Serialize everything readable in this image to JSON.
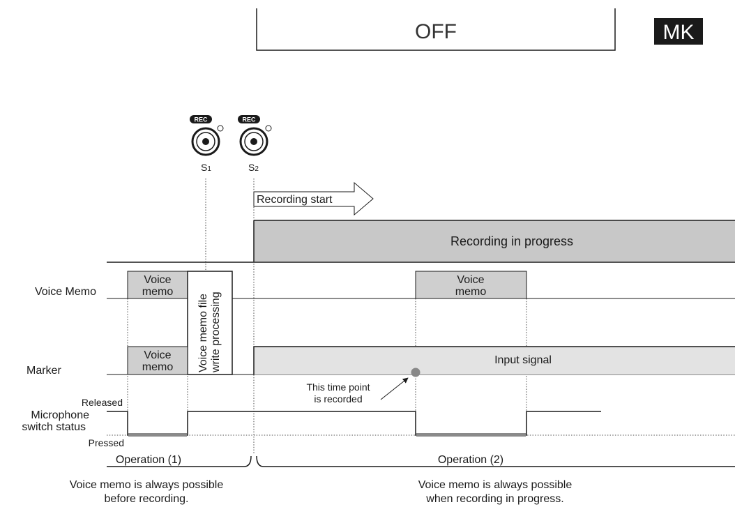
{
  "header": {
    "mode_value": "OFF",
    "mode_badge": "MK",
    "colors": {
      "badge_bg": "#1a1a1a",
      "badge_text": "#ffffff"
    }
  },
  "buttons": {
    "rec_label": "REC",
    "s1_label_main": "S",
    "s1_label_sub": "1",
    "s2_label_main": "S",
    "s2_label_sub": "2"
  },
  "timeline": {
    "recording_start": "Recording start",
    "recording_in_progress": "Recording in progress",
    "input_signal": "Input signal"
  },
  "rows": {
    "voice_memo": "Voice Memo",
    "marker": "Marker",
    "mic_line1": "Microphone",
    "mic_line2": "switch status",
    "released": "Released",
    "pressed": "Pressed"
  },
  "blocks": {
    "voice_memo_line1": "Voice",
    "voice_memo_line2": "memo",
    "file_write_line1": "Voice memo file",
    "file_write_line2": "write processing"
  },
  "annotation": {
    "line1": "This time point",
    "line2": "is recorded"
  },
  "operations": {
    "op1": "Operation (1)",
    "op2": "Operation (2)"
  },
  "captions": {
    "before_line1": "Voice memo is always possible",
    "before_line2": "before recording.",
    "during_line1": "Voice memo is always possible",
    "during_line2": "when recording in progress."
  },
  "colors": {
    "grey_block": "#cfcfcf",
    "recording_bar": "#c8c8c8",
    "input_bar": "#e3e3e3",
    "pressed_bar": "#8a8a8a",
    "marker_dot": "#888888"
  }
}
